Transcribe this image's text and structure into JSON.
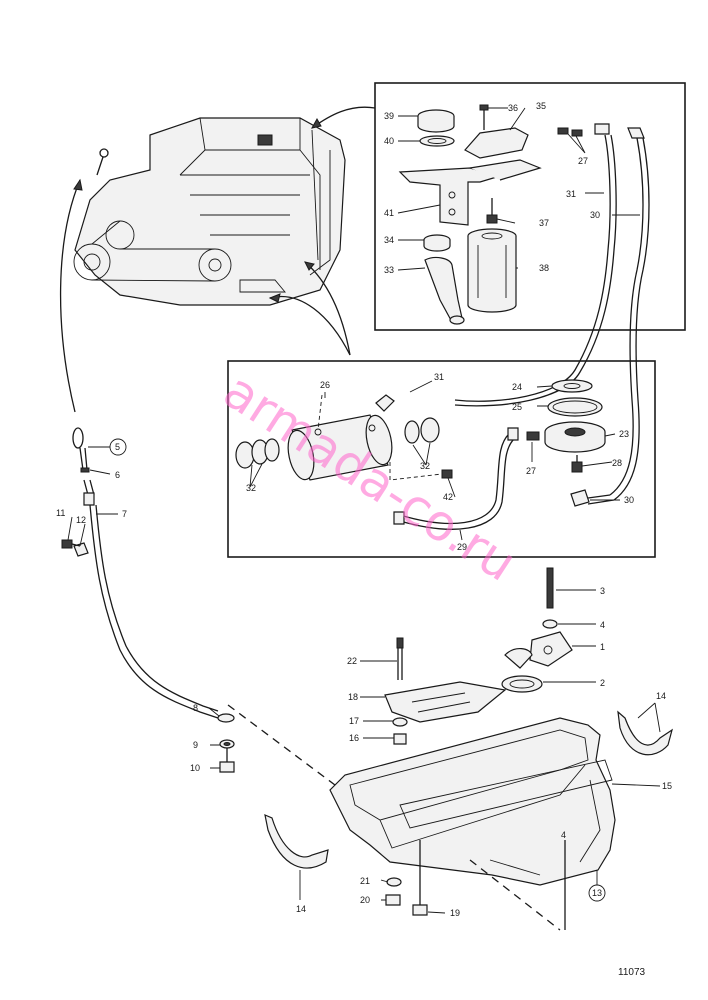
{
  "diagram": {
    "drawing_number": "11073",
    "watermark": "armada-co.ru",
    "callouts": [
      {
        "id": "c39",
        "label": "39"
      },
      {
        "id": "c40",
        "label": "40"
      },
      {
        "id": "c36",
        "label": "36"
      },
      {
        "id": "c35",
        "label": "35"
      },
      {
        "id": "c27a",
        "label": "27"
      },
      {
        "id": "c31a",
        "label": "31"
      },
      {
        "id": "c30a",
        "label": "30"
      },
      {
        "id": "c41",
        "label": "41"
      },
      {
        "id": "c37",
        "label": "37"
      },
      {
        "id": "c34",
        "label": "34"
      },
      {
        "id": "c33",
        "label": "33"
      },
      {
        "id": "c38",
        "label": "38"
      },
      {
        "id": "c26",
        "label": "26"
      },
      {
        "id": "c31b",
        "label": "31"
      },
      {
        "id": "c24",
        "label": "24"
      },
      {
        "id": "c25",
        "label": "25"
      },
      {
        "id": "c23",
        "label": "23"
      },
      {
        "id": "c32a",
        "label": "32"
      },
      {
        "id": "c32b",
        "label": "32"
      },
      {
        "id": "c28",
        "label": "28"
      },
      {
        "id": "c27b",
        "label": "27"
      },
      {
        "id": "c42",
        "label": "42"
      },
      {
        "id": "c30b",
        "label": "30"
      },
      {
        "id": "c29",
        "label": "29"
      },
      {
        "id": "c5",
        "label": "5"
      },
      {
        "id": "c6",
        "label": "6"
      },
      {
        "id": "c7",
        "label": "7"
      },
      {
        "id": "c11",
        "label": "11"
      },
      {
        "id": "c12",
        "label": "12"
      },
      {
        "id": "c3",
        "label": "3"
      },
      {
        "id": "c4a",
        "label": "4"
      },
      {
        "id": "c1",
        "label": "1"
      },
      {
        "id": "c2",
        "label": "2"
      },
      {
        "id": "c22",
        "label": "22"
      },
      {
        "id": "c18",
        "label": "18"
      },
      {
        "id": "c17",
        "label": "17"
      },
      {
        "id": "c16",
        "label": "16"
      },
      {
        "id": "c8",
        "label": "8"
      },
      {
        "id": "c9",
        "label": "9"
      },
      {
        "id": "c10",
        "label": "10"
      },
      {
        "id": "c14a",
        "label": "14"
      },
      {
        "id": "c15",
        "label": "15"
      },
      {
        "id": "c14b",
        "label": "14"
      },
      {
        "id": "c4b",
        "label": "4"
      },
      {
        "id": "c13",
        "label": "13"
      },
      {
        "id": "c21",
        "label": "21"
      },
      {
        "id": "c20",
        "label": "20"
      },
      {
        "id": "c19",
        "label": "19"
      }
    ]
  }
}
